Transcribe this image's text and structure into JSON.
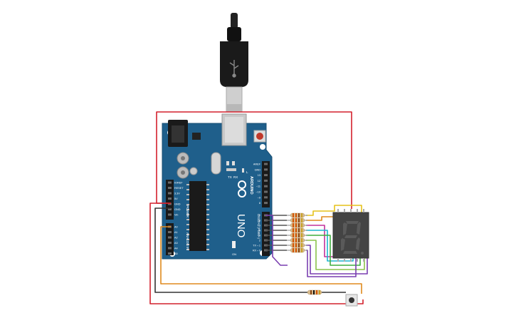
{
  "board": {
    "brand": "ARDUINO",
    "model": "UNO",
    "power_label": "POWER",
    "analog_label": "ANALOG IN",
    "digital_label": "DIGITAL (PWM~)",
    "reset_label": "RESET",
    "power_pins": [
      "IOREF",
      "RESET",
      "3.3V",
      "5V",
      "GND",
      "GND",
      "Vin"
    ],
    "analog_pins": [
      "A0",
      "A1",
      "A2",
      "A3",
      "A4",
      "A5"
    ],
    "digital_top": [
      "AREF",
      "GND",
      "13",
      "12",
      "~11",
      "~10",
      "~9",
      "8"
    ],
    "digital_bottom": [
      "7",
      "~6",
      "~5",
      "4",
      "~3",
      "2",
      "TX→1",
      "RX←0"
    ],
    "leds": [
      "TX",
      "RX"
    ],
    "led_l": "L",
    "on_label": "ON"
  },
  "components": {
    "usb_cable": "usb-cable",
    "display": "7-segment-display",
    "button": "pushbutton",
    "resistor_count": 8
  },
  "colors": {
    "board": "#1f5f8b",
    "wire_red": "#d3212d",
    "wire_black": "#333333",
    "wire_orange": "#e08a1e",
    "wire_yellow": "#e6c21a",
    "wire_purple": "#7a3fb0",
    "wire_cyan": "#1db5d1",
    "wire_green": "#3fae3f",
    "wire_magenta": "#c2309b",
    "wire_lime": "#8bc34a",
    "display_body": "#444444",
    "segment": "#5a5a5a"
  }
}
